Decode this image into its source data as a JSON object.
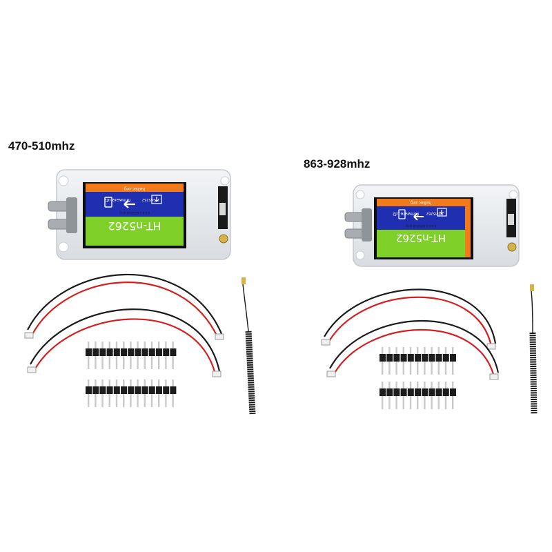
{
  "kits": [
    {
      "frequency_label": "470-510mhz",
      "screen": {
        "top_bar_text": "heltec.org",
        "firmware_text": "firmware.uf2",
        "device_text": "HT-n5262",
        "version_text": "0.9.0-2-68582e6-dirty",
        "model_text": "HT-n5262"
      }
    },
    {
      "frequency_label": "863-928mhz",
      "screen": {
        "top_bar_text": "heltec.org",
        "firmware_text": "firmware.uf2",
        "device_text": "HT-n5262",
        "version_text": "0.9.0-2-68582e6-dirty",
        "model_text": "HT-n5262"
      }
    }
  ],
  "colors": {
    "screen_blue": "#1f2fb0",
    "screen_green": "#7fd12a",
    "screen_orange": "#f27a1a",
    "case_clear": "#e6e9ec",
    "wire_red": "#d41f1f",
    "wire_black": "#1a1a1a",
    "header_black": "#1c1c1c",
    "pin_metal": "#c9c9c9"
  },
  "icons": [
    "usb-drive-icon",
    "arrow-left-icon",
    "download-icon",
    "usb-c-connector-icon",
    "spring-antenna-icon"
  ]
}
